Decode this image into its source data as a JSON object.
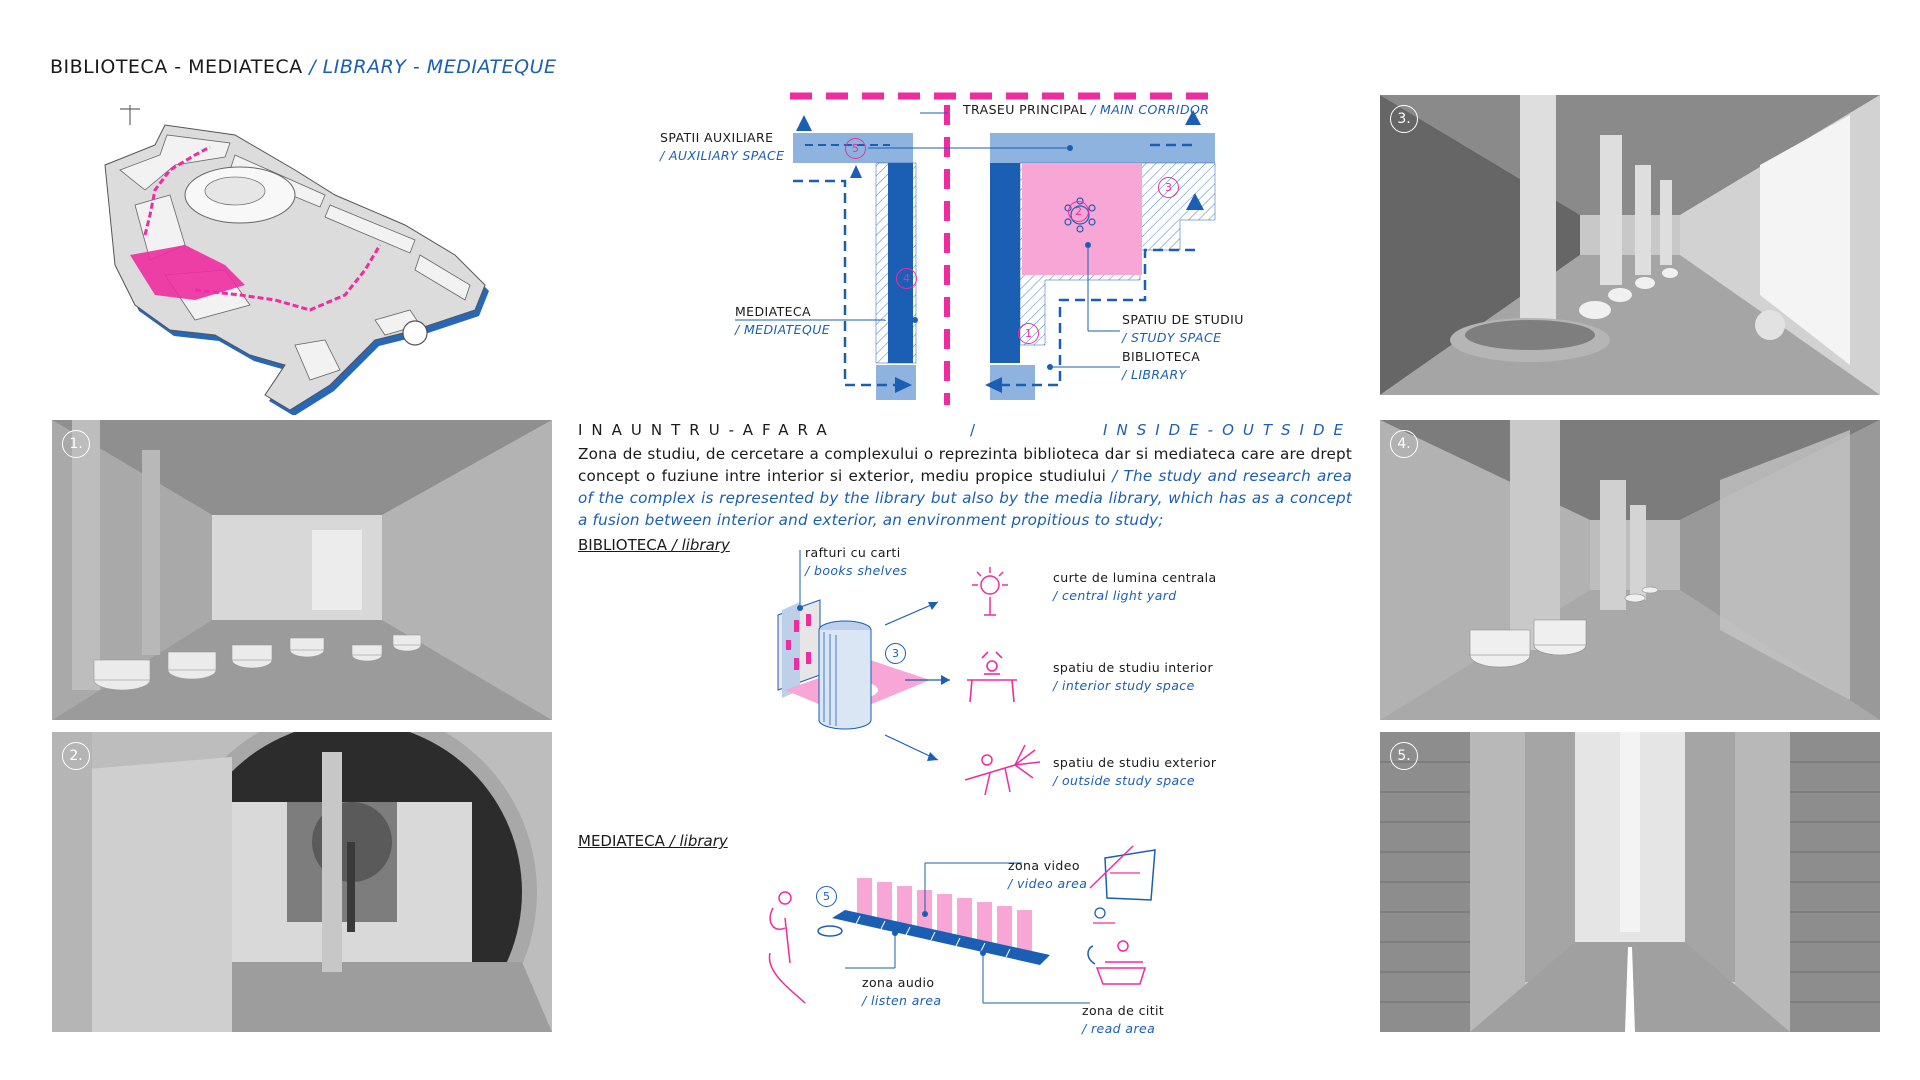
{
  "title": {
    "ro": "BIBLIOTECA - MEDIATECA",
    "en": "/ LIBRARY - MEDIATEQUE"
  },
  "diagram_labels": {
    "main_corridor_ro": "TRASEU PRINCIPAL",
    "main_corridor_en": "/ MAIN CORRIDOR",
    "aux_ro": "SPATII AUXILIARE",
    "aux_en": "/ AUXILIARY SPACE",
    "media_ro": "MEDIATECA",
    "media_en": "/ MEDIATEQUE",
    "study_ro": "SPATIU DE STUDIU",
    "study_en": "/ STUDY SPACE",
    "lib_ro": "BIBLIOTECA",
    "lib_en": "/ LIBRARY",
    "n1": "1",
    "n2": "2",
    "n3": "3",
    "n4": "4",
    "n5": "5"
  },
  "renders": [
    {
      "label": "1."
    },
    {
      "label": "2."
    },
    {
      "label": "3."
    },
    {
      "label": "4."
    },
    {
      "label": "5."
    }
  ],
  "section": {
    "heading_ro": "INAUNTRU-AFARA",
    "slash": "/",
    "heading_en": "INSIDE-OUTSIDE",
    "text_ro": "Zona de studiu, de cercetare a complexului o reprezinta biblioteca dar si mediateca care are drept concept o fuziune intre interior si exterior, mediu propice studiului",
    "text_en": "/ The study and research area of the complex is represented by the library but also by the media library, which has as a concept a fusion between interior and exterior, an environment propitious to study;"
  },
  "library": {
    "heading_ro": "BIBLIOTECA",
    "heading_en": "/ library",
    "shelves_ro": "rafturi cu carti",
    "shelves_en": "/ books shelves",
    "n3": "3",
    "yard_ro": "curte de lumina centrala",
    "yard_en": "/ central light yard",
    "interior_ro": "spatiu de studiu interior",
    "interior_en": "/ interior study space",
    "exterior_ro": "spatiu de studiu exterior",
    "exterior_en": "/ outside study space"
  },
  "mediateca": {
    "heading_ro": "MEDIATECA",
    "heading_en": "/ library",
    "n5": "5",
    "video_ro": "zona   video",
    "video_en": "/ video area",
    "audio_ro": "zona   audio",
    "audio_en": "/ listen area",
    "read_ro": "zona de citit",
    "read_en": "/ read area"
  },
  "colors": {
    "blue": "#1a5fb4",
    "light_blue": "#8fb3df",
    "pink": "#ee2ca0",
    "light_pink": "#f7a6d6"
  },
  "icons": [
    "sun-icon",
    "table-icon",
    "palm-icon",
    "tv-icon",
    "headphones-icon",
    "book-icon"
  ]
}
